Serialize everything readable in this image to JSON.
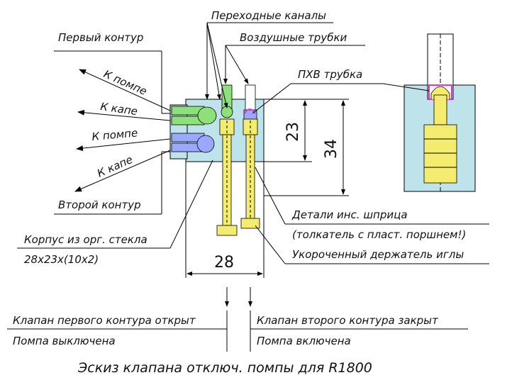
{
  "labels": {
    "transition_channels": "Переходные каналы",
    "air_tubes": "Воздушные трубки",
    "first_circuit": "Первый контур",
    "pvc_tube": "ПХВ трубка",
    "to_pump_1": "К помпе",
    "to_drip_1": "К капе",
    "to_pump_2": "К помпе",
    "to_drip_2": "К капе",
    "second_circuit": "Второй контур",
    "body_line1": "Корпус из орг. стекла",
    "body_line2": "28x23x(10x2)",
    "syringe_line1": "Детали инс. шприца",
    "syringe_line2": "(толкатель с пласт. поршнем!)",
    "needle_holder": "Укороченный держатель иглы",
    "valve1_open": "Клапан первого контура открыт",
    "pump_off": "Помпа выключена",
    "valve2_closed": "Клапан второго контура закрыт",
    "pump_on": "Помпа включена",
    "title": "Эскиз клапана отключ. помпы для R1800"
  },
  "dimensions": {
    "height_inner": "23",
    "height_outer": "34",
    "width": "28"
  },
  "colors": {
    "body": "#bfe3ea",
    "green": "#8ee07a",
    "blue": "#9aa8ff",
    "yellow": "#f4ec6e",
    "magenta": "#d43bd4",
    "outline": "#000000"
  }
}
